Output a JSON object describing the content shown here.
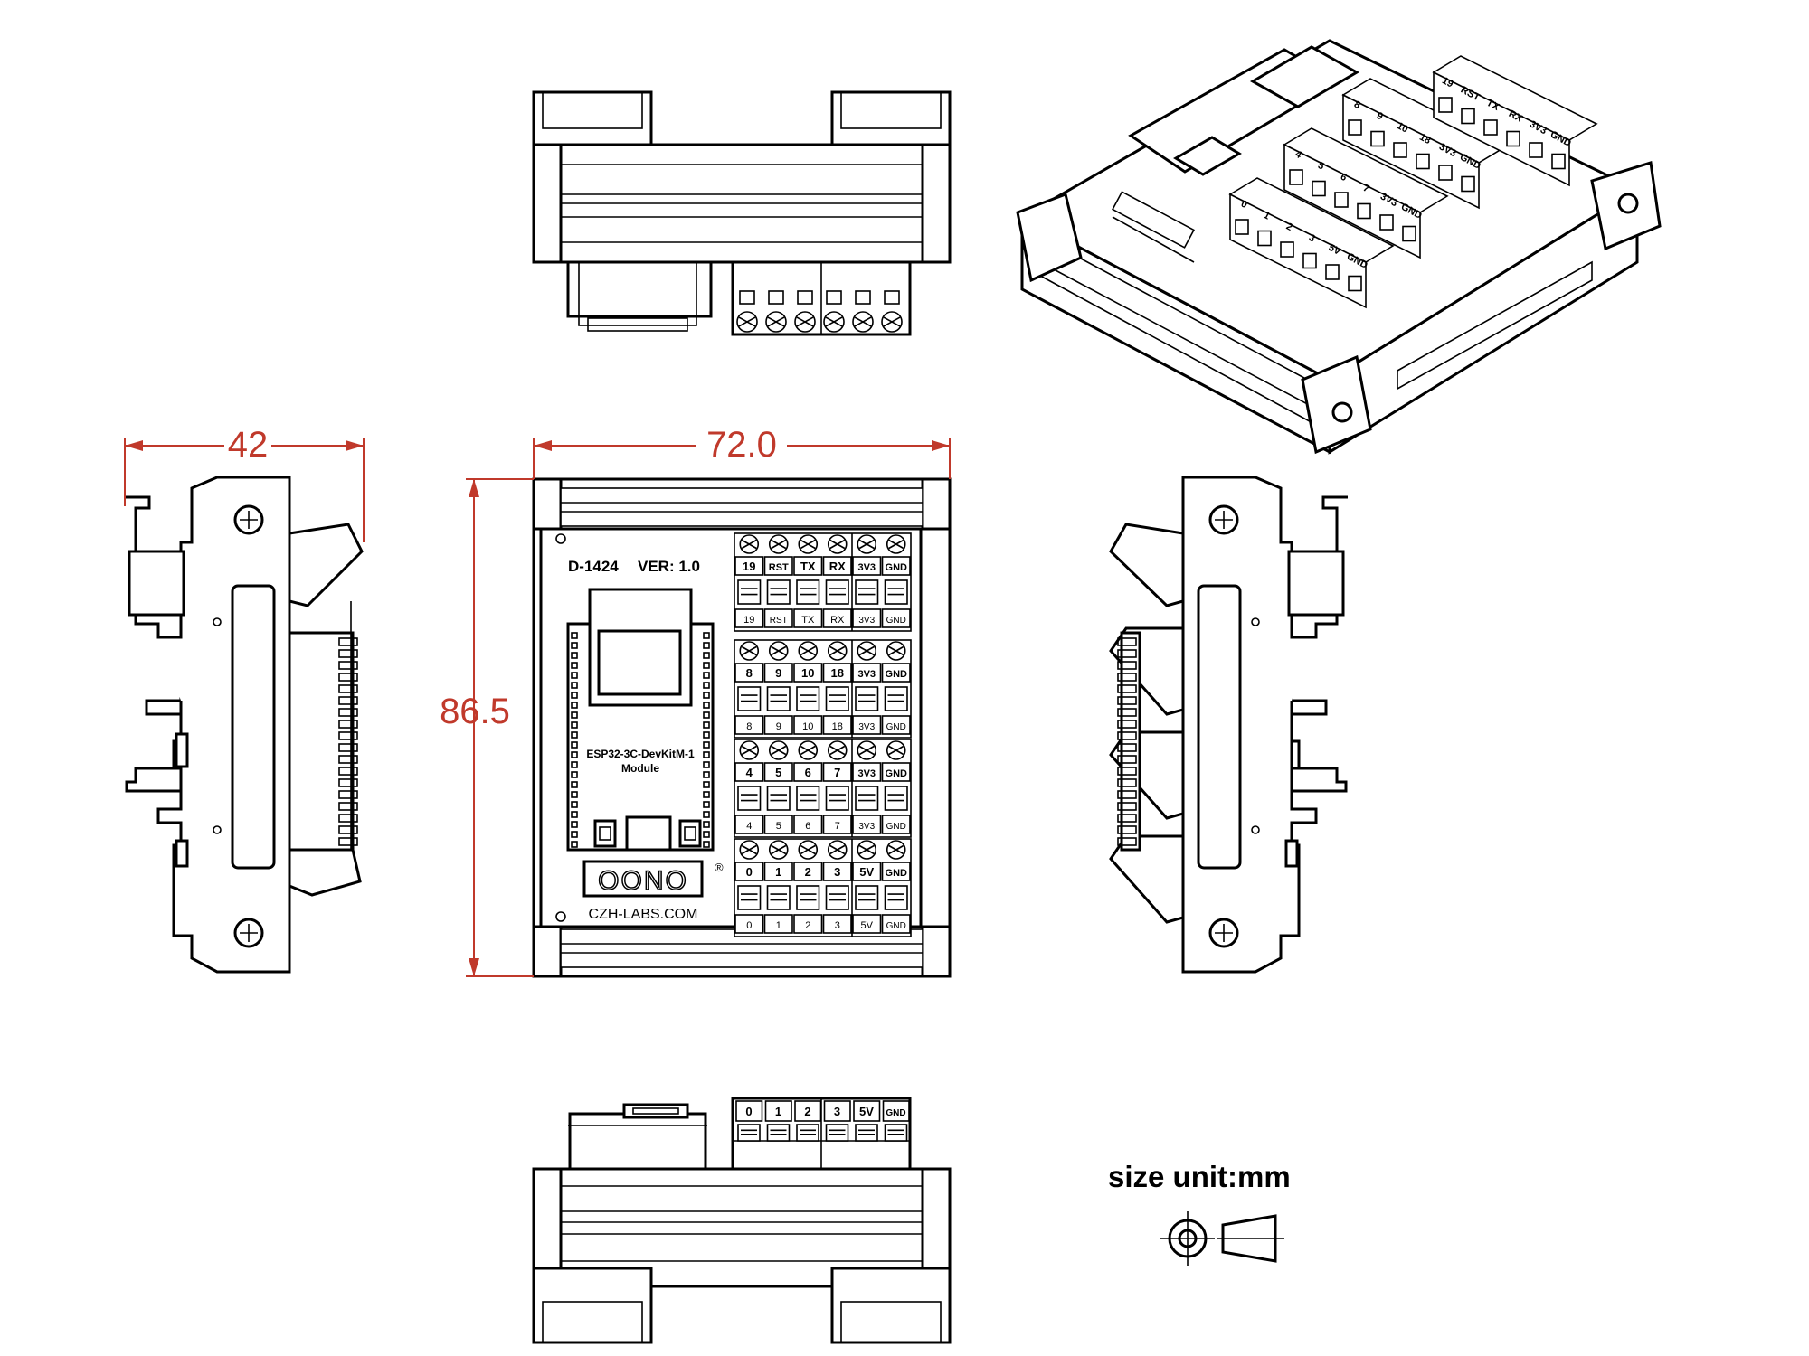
{
  "dimensions": {
    "side_width": "42",
    "front_width": "72.0",
    "front_height": "86.5"
  },
  "board": {
    "model": "D-1424",
    "version": "VER: 1.0",
    "module_name_line1": "ESP32-3C-DevKitM-1",
    "module_name_line2": "Module",
    "logo_text": "OONO",
    "logo_mark": "®",
    "website": "CZH-LABS.COM"
  },
  "terminal_rows": [
    [
      "19",
      "RST",
      "TX",
      "RX",
      "3V3",
      "GND"
    ],
    [
      "8",
      "9",
      "10",
      "18",
      "3V3",
      "GND"
    ],
    [
      "4",
      "5",
      "6",
      "7",
      "3V3",
      "GND"
    ],
    [
      "0",
      "1",
      "2",
      "3",
      "5V",
      "GND"
    ]
  ],
  "note": {
    "size_unit": "size unit:mm"
  },
  "colors": {
    "line": "#000000",
    "dimension": "#c0392b",
    "background": "#ffffff"
  }
}
